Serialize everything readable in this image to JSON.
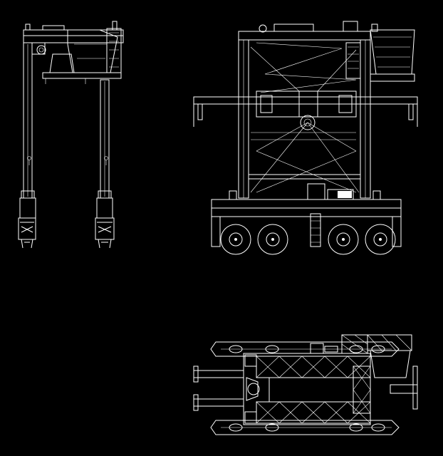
{
  "background_color": "#000000",
  "line_color": "#ffffff",
  "views": [
    {
      "id": "side-elevation"
    },
    {
      "id": "front-elevation"
    },
    {
      "id": "plan-view"
    }
  ]
}
